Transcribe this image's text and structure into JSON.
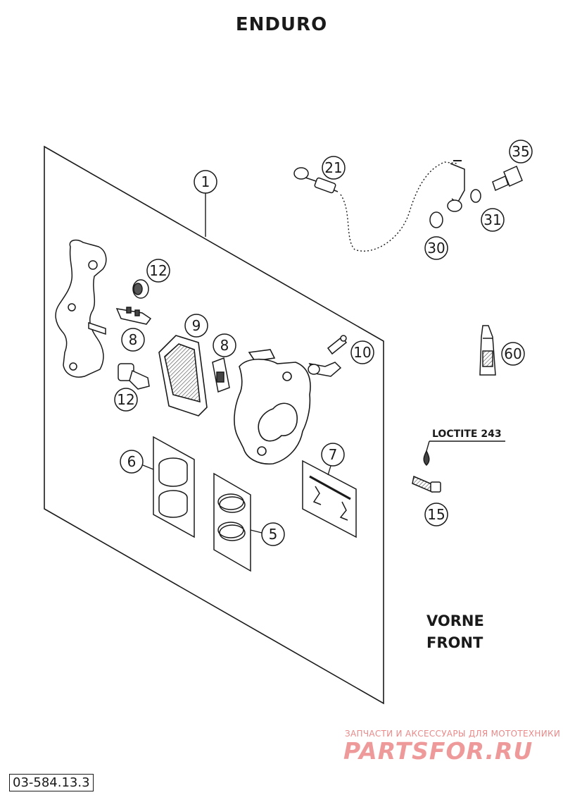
{
  "title": "ENDURO",
  "callouts": [
    {
      "id": "c1",
      "label": "1"
    },
    {
      "id": "c5",
      "label": "5"
    },
    {
      "id": "c6",
      "label": "6"
    },
    {
      "id": "c7",
      "label": "7"
    },
    {
      "id": "c8a",
      "label": "8"
    },
    {
      "id": "c8b",
      "label": "8"
    },
    {
      "id": "c9",
      "label": "9"
    },
    {
      "id": "c10",
      "label": "10"
    },
    {
      "id": "c12a",
      "label": "12"
    },
    {
      "id": "c12b",
      "label": "12"
    },
    {
      "id": "c15",
      "label": "15"
    },
    {
      "id": "c21",
      "label": "21"
    },
    {
      "id": "c30",
      "label": "30"
    },
    {
      "id": "c31",
      "label": "31"
    },
    {
      "id": "c35",
      "label": "35"
    },
    {
      "id": "c60",
      "label": "60"
    }
  ],
  "loctite_label": "LOCTITE 243",
  "direction_label": {
    "line1": "VORNE",
    "line2": "FRONT"
  },
  "watermark": {
    "tagline": "ЗАПЧАСТИ И АКСЕССУАРЫ ДЛЯ МОТОТЕХНИКИ",
    "logo": "PARTSFOR.RU"
  },
  "part_code": "03-584.13.3"
}
